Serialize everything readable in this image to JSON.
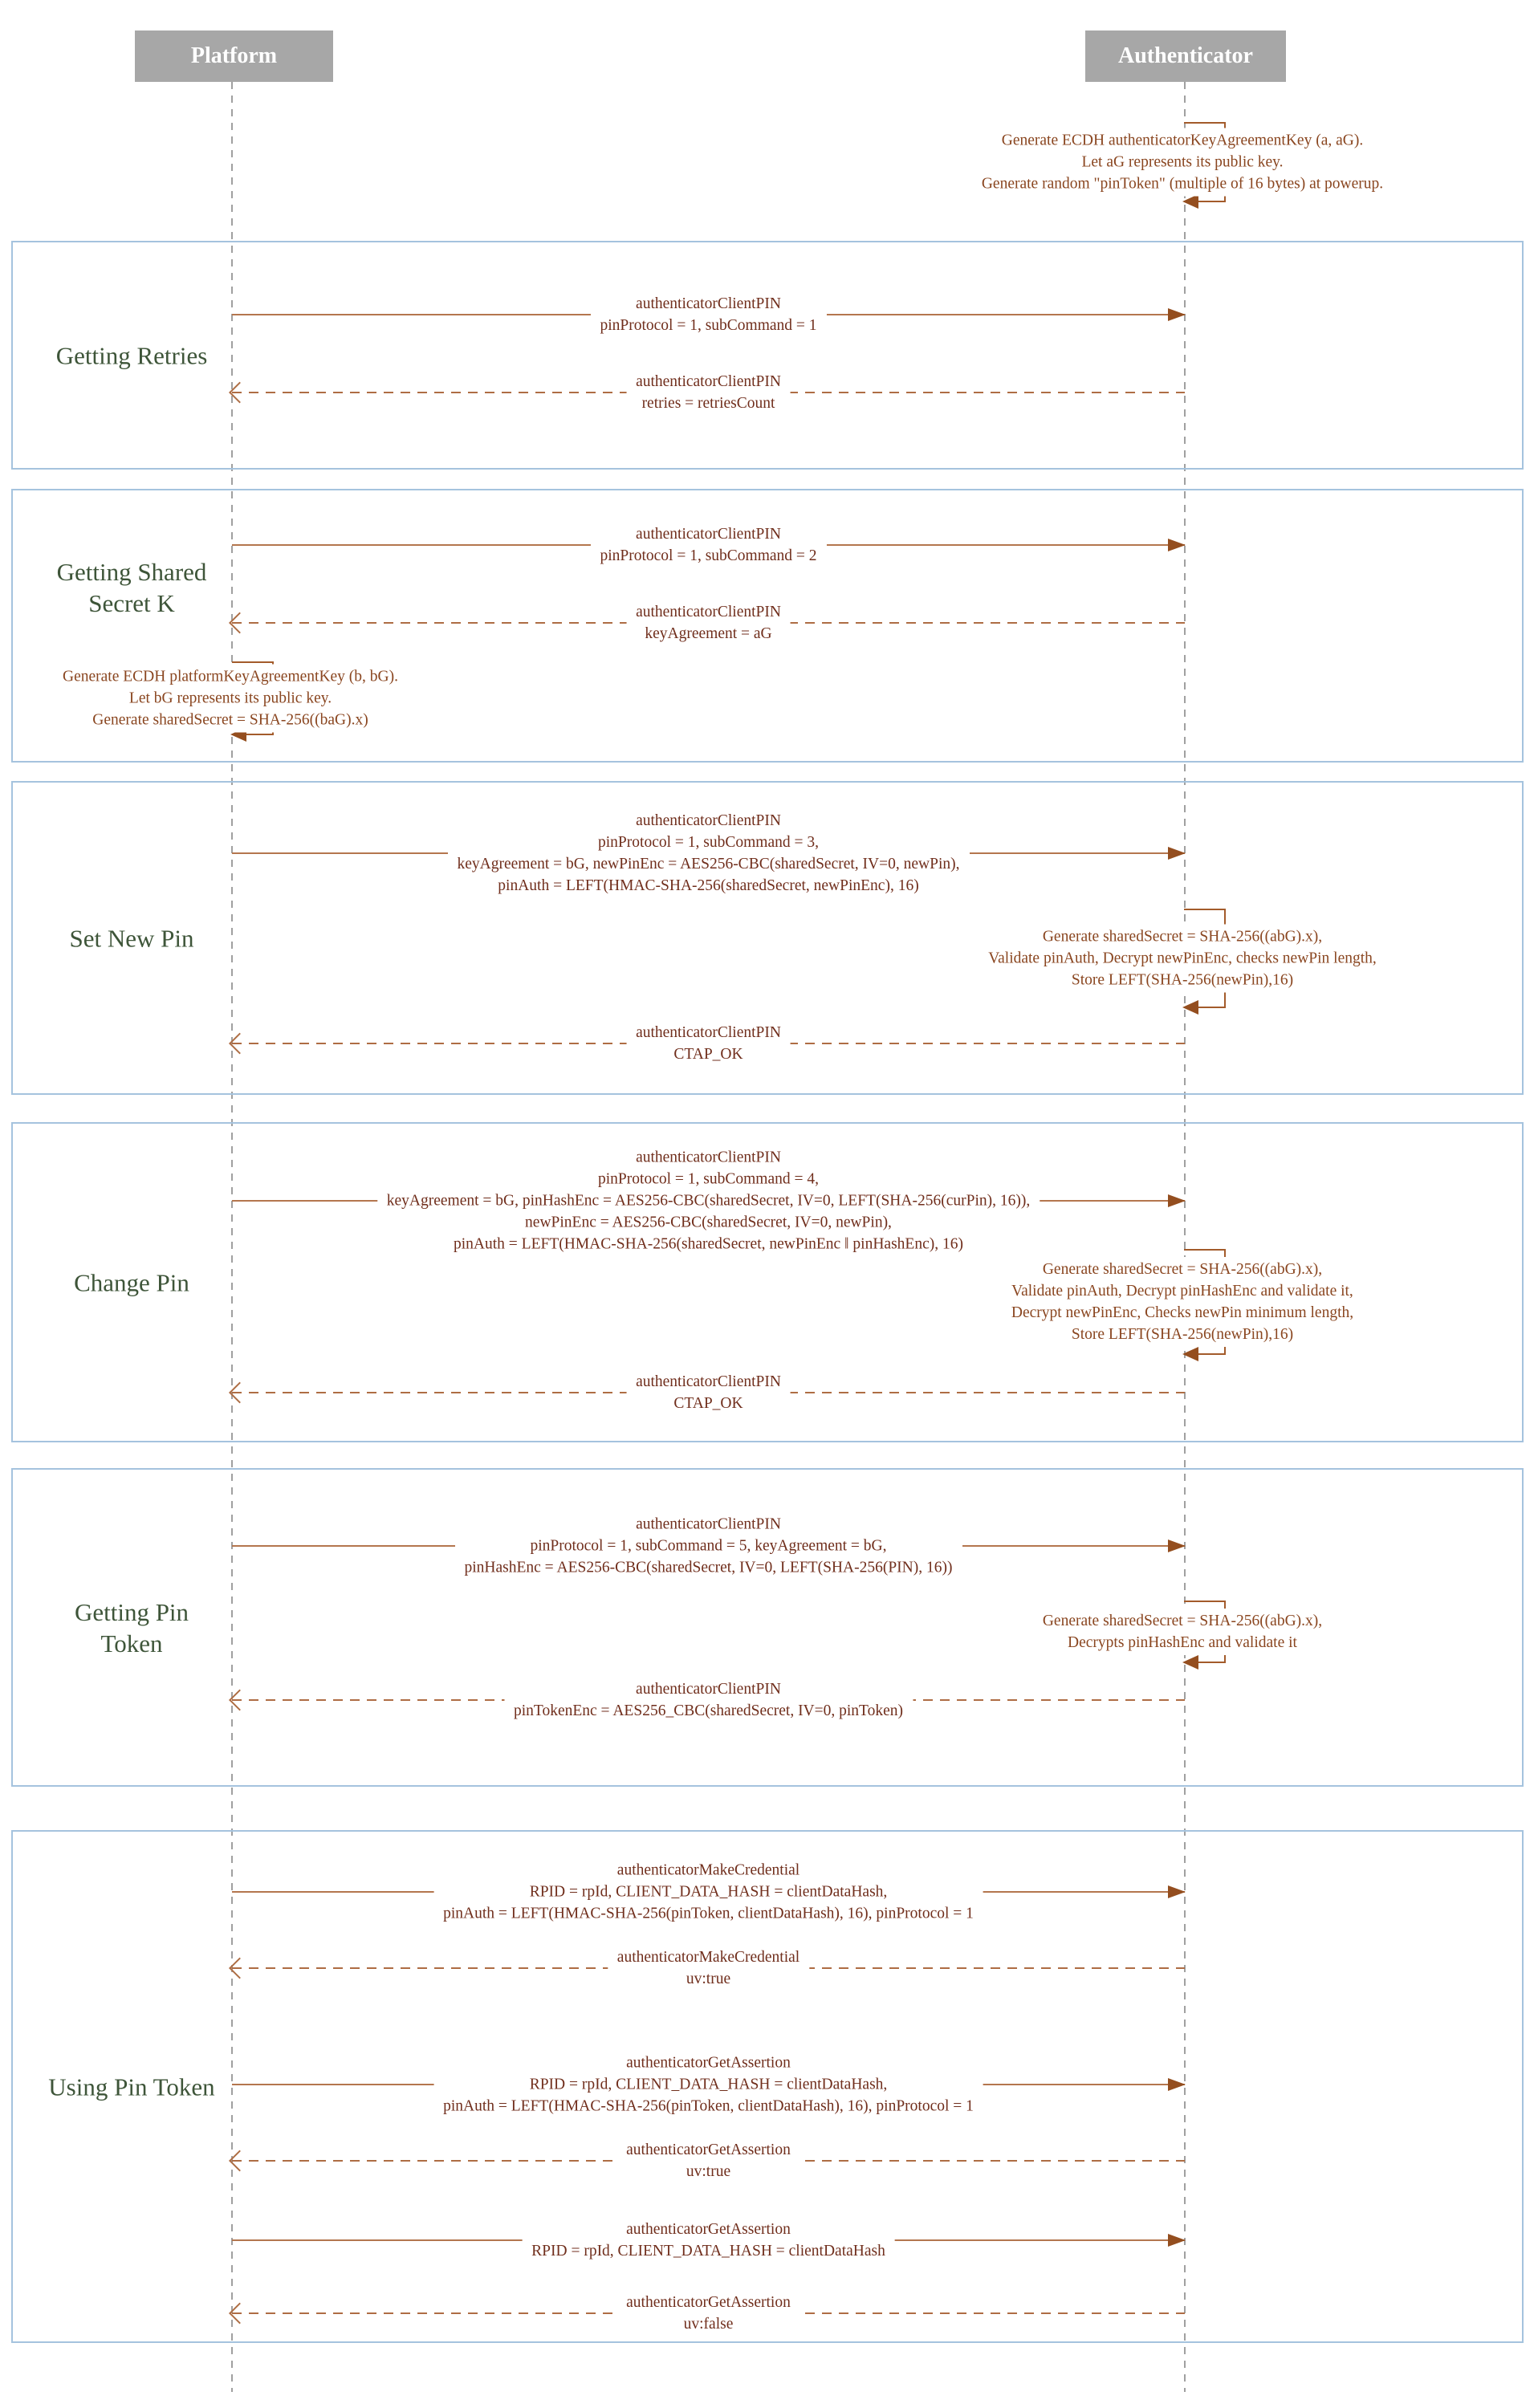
{
  "actors": {
    "platform": "Platform",
    "authenticator": "Authenticator"
  },
  "powerup_note": "Generate ECDH authenticatorKeyAgreementKey (a, aG).\nLet aG represents its public key.\nGenerate random \"pinToken\" (multiple of 16 bytes) at powerup.",
  "frames": {
    "retries": {
      "label": "Getting Retries",
      "request": "authenticatorClientPIN\npinProtocol = 1, subCommand = 1",
      "response": "authenticatorClientPIN\nretries = retriesCount"
    },
    "shared_secret": {
      "label": "Getting Shared\nSecret K",
      "request": "authenticatorClientPIN\npinProtocol = 1, subCommand = 2",
      "response": "authenticatorClientPIN\nkeyAgreement = aG",
      "platform_note": "Generate ECDH platformKeyAgreementKey (b, bG).\nLet bG represents its public key.\nGenerate sharedSecret = SHA-256((baG).x)"
    },
    "set_new_pin": {
      "label": "Set New Pin",
      "request": "authenticatorClientPIN\npinProtocol = 1, subCommand = 3,\nkeyAgreement = bG, newPinEnc = AES256-CBC(sharedSecret, IV=0, newPin),\npinAuth = LEFT(HMAC-SHA-256(sharedSecret, newPinEnc), 16)",
      "auth_note": "Generate sharedSecret = SHA-256((abG).x),\nValidate pinAuth, Decrypt newPinEnc, checks newPin length,\nStore LEFT(SHA-256(newPin),16)",
      "response": "authenticatorClientPIN\nCTAP_OK"
    },
    "change_pin": {
      "label": "Change Pin",
      "request": "authenticatorClientPIN\npinProtocol = 1, subCommand = 4,\nkeyAgreement = bG, pinHashEnc = AES256-CBC(sharedSecret, IV=0, LEFT(SHA-256(curPin), 16)),\nnewPinEnc = AES256-CBC(sharedSecret, IV=0, newPin),\npinAuth = LEFT(HMAC-SHA-256(sharedSecret, newPinEnc ‖ pinHashEnc), 16)",
      "auth_note": "Generate sharedSecret = SHA-256((abG).x),\nValidate pinAuth, Decrypt pinHashEnc and validate it,\nDecrypt newPinEnc, Checks newPin minimum length,\nStore LEFT(SHA-256(newPin),16)",
      "response": "authenticatorClientPIN\nCTAP_OK"
    },
    "getting_pin_token": {
      "label": "Getting Pin\nToken",
      "request": "authenticatorClientPIN\npinProtocol = 1, subCommand = 5, keyAgreement = bG,\npinHashEnc = AES256-CBC(sharedSecret, IV=0, LEFT(SHA-256(PIN), 16))",
      "auth_note": "Generate sharedSecret = SHA-256((abG).x),\nDecrypts pinHashEnc and validate it",
      "response": "authenticatorClientPIN\npinTokenEnc = AES256_CBC(sharedSecret, IV=0, pinToken)"
    },
    "using_pin_token": {
      "label": "Using Pin Token",
      "make_credential": {
        "request": "authenticatorMakeCredential\nRPID = rpId, CLIENT_DATA_HASH = clientDataHash,\npinAuth = LEFT(HMAC-SHA-256(pinToken, clientDataHash), 16), pinProtocol = 1",
        "response": "authenticatorMakeCredential\nuv:true"
      },
      "get_assertion": {
        "request": "authenticatorGetAssertion\nRPID = rpId, CLIENT_DATA_HASH = clientDataHash,\npinAuth = LEFT(HMAC-SHA-256(pinToken, clientDataHash), 16), pinProtocol = 1",
        "response": "authenticatorGetAssertion\nuv:true"
      },
      "get_assertion_no_pin": {
        "request": "authenticatorGetAssertion\nRPID = rpId, CLIENT_DATA_HASH = clientDataHash",
        "response": "authenticatorGetAssertion\nuv:false"
      }
    }
  },
  "colors": {
    "actor_bg": "#a7a7a7",
    "lifeline": "#a0a0a0",
    "frame_border": "#a5c3de",
    "section_label": "#3e5539",
    "message_text": "#702e1c",
    "note_text": "#8a4620",
    "arrow_line": "#b4764e",
    "arrow_dashed": "#ae6d44",
    "arrowhead": "#944e1f",
    "self_line": "#a35b2b"
  }
}
